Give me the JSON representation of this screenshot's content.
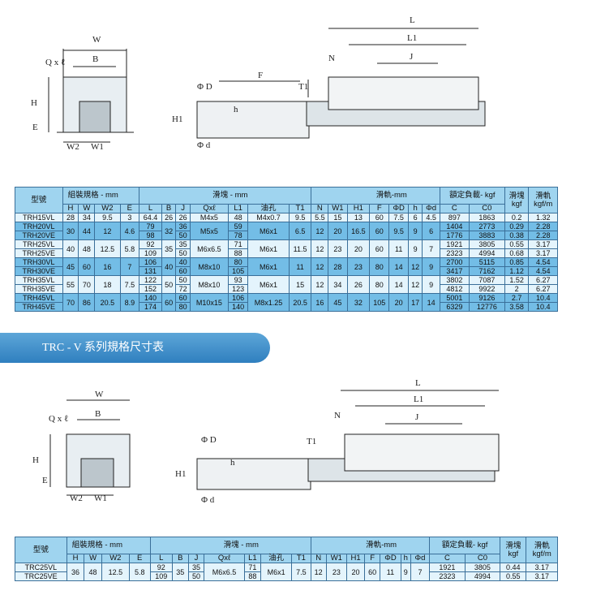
{
  "drawing_labels": {
    "W": "W",
    "B": "B",
    "Qxl": "Q x ℓ",
    "H": "H",
    "E": "E",
    "W2": "W2",
    "W1": "W1",
    "PhiD": "Φ D",
    "F": "F",
    "h": "h",
    "H1": "H1",
    "Phid": "Φ d",
    "L": "L",
    "L1": "L1",
    "J": "J",
    "N": "N",
    "T1": "T1"
  },
  "banner": {
    "title": "TRC - V  系列規格尺寸表"
  },
  "header": {
    "model": "型號",
    "assembly": "組裝規格 - mm",
    "block": "滑塊 - mm",
    "rail": "滑軌-mm",
    "load": "額定負載- kgf",
    "block_weight": "滑塊",
    "rail_weight": "滑軌",
    "kgf": "kgf",
    "kgfm": "kgf/m",
    "cols": [
      "H",
      "W",
      "W2",
      "E",
      "L",
      "B",
      "J",
      "Qxℓ",
      "L1",
      "油孔",
      "T1",
      "N",
      "W1",
      "H1",
      "F",
      "ΦD",
      "h",
      "Φd",
      "C",
      "C0"
    ]
  },
  "table1": [
    {
      "shared": {
        "H": "28",
        "W": "34",
        "W2": "9.5",
        "E": "3",
        "B": "26",
        "Q": "M4x5",
        "oil": "M4x0.7",
        "T1": "9.5",
        "N": "5.5",
        "W1": "15",
        "H1": "13",
        "F": "60",
        "PD": "7.5",
        "h": "6",
        "Pd": "4.5"
      },
      "rows": [
        {
          "model": "TRH15VL",
          "L": "64.4",
          "J": "26",
          "L1": "48",
          "C": "897",
          "C0": "1863",
          "kg": "0.2",
          "kgm": "1.32"
        }
      ]
    },
    {
      "shared": {
        "H": "30",
        "W": "44",
        "W2": "12",
        "E": "4.6",
        "B": "32",
        "Q": "M5x5",
        "oil": "M6x1",
        "T1": "6.5",
        "N": "12",
        "W1": "20",
        "H1": "16.5",
        "F": "60",
        "PD": "9.5",
        "h": "9",
        "Pd": "6"
      },
      "rows": [
        {
          "model": "TRH20VL",
          "L": "79",
          "J": "36",
          "L1": "59",
          "C": "1404",
          "C0": "2773",
          "kg": "0.29",
          "kgm": "2.28"
        },
        {
          "model": "TRH20VE",
          "L": "98",
          "J": "50",
          "L1": "78",
          "C": "1776",
          "C0": "3883",
          "kg": "0.38",
          "kgm": "2.28"
        }
      ]
    },
    {
      "shared": {
        "H": "40",
        "W": "48",
        "W2": "12.5",
        "E": "5.8",
        "B": "35",
        "Q": "M6x6.5",
        "oil": "M6x1",
        "T1": "11.5",
        "N": "12",
        "W1": "23",
        "H1": "20",
        "F": "60",
        "PD": "11",
        "h": "9",
        "Pd": "7"
      },
      "rows": [
        {
          "model": "TRH25VL",
          "L": "92",
          "J": "35",
          "L1": "71",
          "C": "1921",
          "C0": "3805",
          "kg": "0.55",
          "kgm": "3.17"
        },
        {
          "model": "TRH25VE",
          "L": "109",
          "J": "50",
          "L1": "88",
          "C": "2323",
          "C0": "4994",
          "kg": "0.68",
          "kgm": "3.17"
        }
      ]
    },
    {
      "shared": {
        "H": "45",
        "W": "60",
        "W2": "16",
        "E": "7",
        "B": "40",
        "Q": "M8x10",
        "oil": "M6x1",
        "T1": "11",
        "N": "12",
        "W1": "28",
        "H1": "23",
        "F": "80",
        "PD": "14",
        "h": "12",
        "Pd": "9"
      },
      "rows": [
        {
          "model": "TRH30VL",
          "L": "106",
          "J": "40",
          "L1": "80",
          "C": "2700",
          "C0": "5115",
          "kg": "0.85",
          "kgm": "4.54"
        },
        {
          "model": "TRH30VE",
          "L": "131",
          "J": "60",
          "L1": "105",
          "C": "3417",
          "C0": "7162",
          "kg": "1.12",
          "kgm": "4.54"
        }
      ]
    },
    {
      "shared": {
        "H": "55",
        "W": "70",
        "W2": "18",
        "E": "7.5",
        "B": "50",
        "Q": "M8x10",
        "oil": "M6x1",
        "T1": "15",
        "N": "12",
        "W1": "34",
        "H1": "26",
        "F": "80",
        "PD": "14",
        "h": "12",
        "Pd": "9"
      },
      "rows": [
        {
          "model": "TRH35VL",
          "L": "122",
          "J": "50",
          "L1": "93",
          "C": "3802",
          "C0": "7087",
          "kg": "1.52",
          "kgm": "6.27"
        },
        {
          "model": "TRH35VE",
          "L": "152",
          "J": "72",
          "L1": "123",
          "C": "4812",
          "C0": "9922",
          "kg": "2",
          "kgm": "6.27"
        }
      ]
    },
    {
      "shared": {
        "H": "70",
        "W": "86",
        "W2": "20.5",
        "E": "8.9",
        "B": "60",
        "Q": "M10x15",
        "oil": "M8x1.25",
        "T1": "20.5",
        "N": "16",
        "W1": "45",
        "H1": "32",
        "F": "105",
        "PD": "20",
        "h": "17",
        "Pd": "14"
      },
      "rows": [
        {
          "model": "TRH45VL",
          "L": "140",
          "J": "60",
          "L1": "106",
          "C": "5001",
          "C0": "9126",
          "kg": "2.7",
          "kgm": "10.4"
        },
        {
          "model": "TRH45VE",
          "L": "174",
          "J": "80",
          "L1": "140",
          "C": "6329",
          "C0": "12776",
          "kg": "3.58",
          "kgm": "10.4"
        }
      ]
    }
  ],
  "table2": [
    {
      "shared": {
        "H": "36",
        "W": "48",
        "W2": "12.5",
        "E": "5.8",
        "B": "35",
        "Q": "M6x6.5",
        "oil": "M6x1",
        "T1": "7.5",
        "N": "12",
        "W1": "23",
        "H1": "20",
        "F": "60",
        "PD": "11",
        "h": "9",
        "Pd": "7"
      },
      "rows": [
        {
          "model": "TRC25VL",
          "L": "92",
          "J": "35",
          "L1": "71",
          "C": "1921",
          "C0": "3805",
          "kg": "0.44",
          "kgm": "3.17"
        },
        {
          "model": "TRC25VE",
          "L": "109",
          "J": "50",
          "L1": "88",
          "C": "2323",
          "C0": "4994",
          "kg": "0.55",
          "kgm": "3.17"
        }
      ]
    }
  ]
}
